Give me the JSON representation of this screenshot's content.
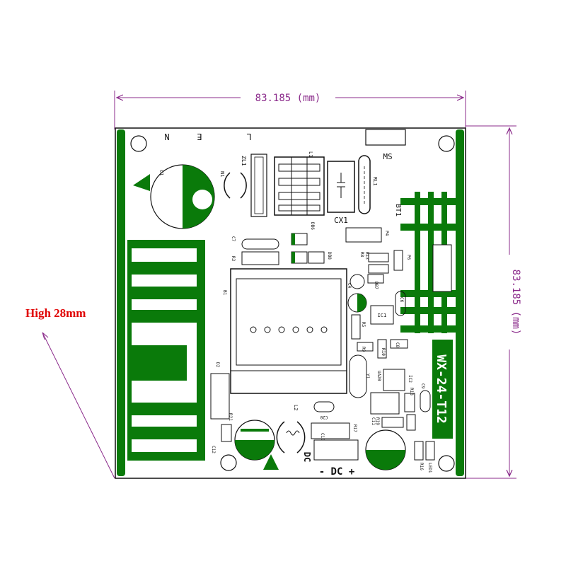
{
  "colors": {
    "copper": "#0a7a0a",
    "dimension": "#8b2b8b",
    "note": "#e00000",
    "outline": "#111111",
    "board": "#ffffff"
  },
  "dimensions": {
    "width_label": "83.185 (mm)",
    "height_label": "83.185 (mm)"
  },
  "note": {
    "height_text": "High 28mm"
  },
  "board": {
    "title": "WX-24-T12",
    "input_terminals": [
      "N",
      "E",
      "L"
    ],
    "output_labels": {
      "dc": "DC",
      "output": "- DC +"
    },
    "silkscreen": {
      "c1": "C1",
      "n1": "N1",
      "zl1": "ZL1",
      "l1": "L1",
      "cx1": "CX1",
      "rl1": "RL1",
      "ms": "MS",
      "bt1": "BT1",
      "db6": "DB6",
      "db8": "DB8",
      "c7": "C7",
      "r3": "R3",
      "b1": "B1",
      "r8": "R8",
      "r13": "R13",
      "p6": "P6",
      "p4": "P4",
      "c4": "C4",
      "db7": "DB7",
      "c6": "C6",
      "ic1": "IC1",
      "r5": "R5",
      "r9": "R9",
      "r10": "R10",
      "c8": "C8",
      "d2": "D2",
      "r21": "R21",
      "y1": "Y1",
      "ua20": "UA20",
      "ic2": "IC2",
      "r18": "R18",
      "c9": "C9",
      "r19": "R19",
      "c11": "C11",
      "l2": "L2",
      "c20": "C20",
      "c10": "C10",
      "r17": "R17",
      "c12": "C12",
      "r16": "R16",
      "led1": "LED1"
    }
  }
}
